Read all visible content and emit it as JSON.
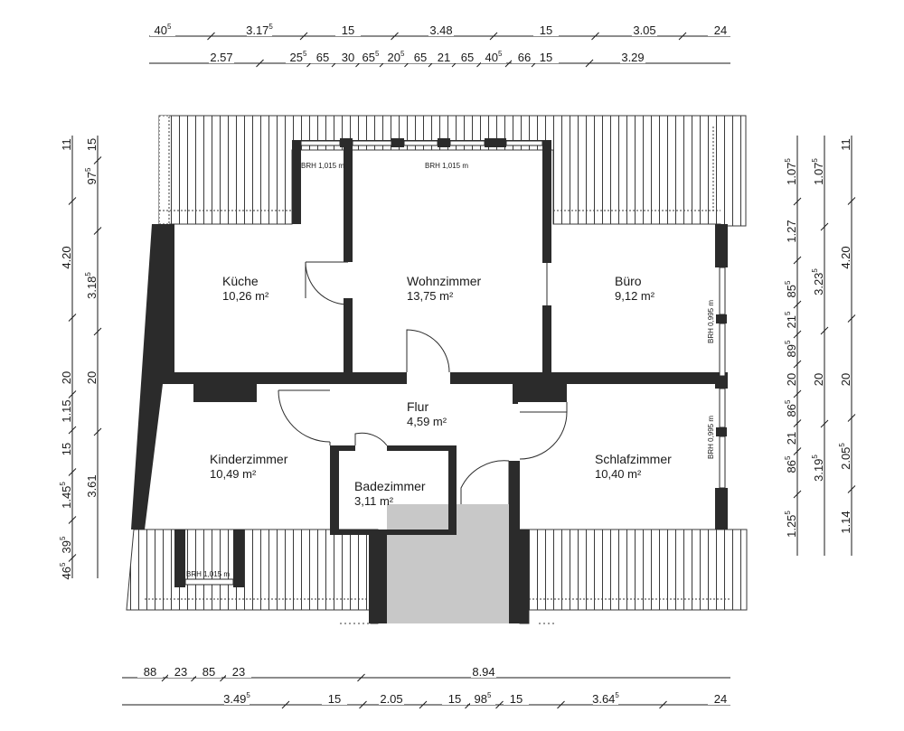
{
  "colors": {
    "wall": "#2b2b2b",
    "roof_fill": "#ffffff",
    "roof_line": "#3a3a3a",
    "balcony": "#c8c8c8",
    "dim_line": "#1a1a1a"
  },
  "rooms": [
    {
      "name": "Küche",
      "area": "10,26 m²"
    },
    {
      "name": "Wohnzimmer",
      "area": "13,75 m²"
    },
    {
      "name": "Büro",
      "area": "9,12 m²"
    },
    {
      "name": "Flur",
      "area": "4,59 m²"
    },
    {
      "name": "Kinderzimmer",
      "area": "10,49 m²"
    },
    {
      "name": "Badezimmer",
      "area": "3,11 m²"
    },
    {
      "name": "Schlafzimmer",
      "area": "10,40 m²"
    }
  ],
  "window_labels": {
    "kueche": "BRH 1,015 m",
    "wohnzimmer": "BRH 1,015 m",
    "kinderzimmer": "BRH 1,015 m",
    "buero": "BRH 0,995 m",
    "schlafzimmer": "BRH 0,995 m"
  },
  "dimensions": {
    "top_row1": [
      {
        "v": "40",
        "s": "5"
      },
      {
        "v": "3.17",
        "s": "5"
      },
      {
        "v": "15",
        "s": ""
      },
      {
        "v": "3.48",
        "s": ""
      },
      {
        "v": "15",
        "s": ""
      },
      {
        "v": "3.05",
        "s": ""
      },
      {
        "v": "24",
        "s": ""
      }
    ],
    "top_row2": [
      {
        "v": "2.57",
        "s": ""
      },
      {
        "v": "25",
        "s": "5"
      },
      {
        "v": "65",
        "s": ""
      },
      {
        "v": "30",
        "s": ""
      },
      {
        "v": "65",
        "s": "5"
      },
      {
        "v": "20",
        "s": "5"
      },
      {
        "v": "65",
        "s": ""
      },
      {
        "v": "21",
        "s": ""
      },
      {
        "v": "65",
        "s": ""
      },
      {
        "v": "40",
        "s": "5"
      },
      {
        "v": "66",
        "s": ""
      },
      {
        "v": "15",
        "s": ""
      },
      {
        "v": "3.29",
        "s": ""
      }
    ],
    "bottom_row1": [
      {
        "v": "88",
        "s": ""
      },
      {
        "v": "23",
        "s": ""
      },
      {
        "v": "85",
        "s": ""
      },
      {
        "v": "23",
        "s": ""
      },
      {
        "v": "8.94",
        "s": ""
      }
    ],
    "bottom_row2": [
      {
        "v": "3.49",
        "s": "5"
      },
      {
        "v": "15",
        "s": ""
      },
      {
        "v": "2.05",
        "s": ""
      },
      {
        "v": "15",
        "s": ""
      },
      {
        "v": "98",
        "s": "5"
      },
      {
        "v": "15",
        "s": ""
      },
      {
        "v": "3.64",
        "s": "5"
      },
      {
        "v": "24",
        "s": ""
      }
    ],
    "left_col1": [
      {
        "v": "11",
        "s": ""
      },
      {
        "v": "4.20",
        "s": ""
      },
      {
        "v": "20",
        "s": ""
      },
      {
        "v": "1.15",
        "s": ""
      },
      {
        "v": "15",
        "s": ""
      },
      {
        "v": "1.45",
        "s": "5"
      },
      {
        "v": "39",
        "s": "5"
      },
      {
        "v": "46",
        "s": "5"
      }
    ],
    "left_col2": [
      {
        "v": "15",
        "s": ""
      },
      {
        "v": "97",
        "s": "5"
      },
      {
        "v": "3.18",
        "s": "5"
      },
      {
        "v": "20",
        "s": ""
      },
      {
        "v": "3.61",
        "s": ""
      }
    ],
    "right_col1": [
      {
        "v": "1.07",
        "s": "5"
      },
      {
        "v": "1.27",
        "s": ""
      },
      {
        "v": "85",
        "s": "5"
      },
      {
        "v": "21",
        "s": "5"
      },
      {
        "v": "89",
        "s": "5"
      },
      {
        "v": "20",
        "s": ""
      },
      {
        "v": "86",
        "s": "5"
      },
      {
        "v": "21",
        "s": ""
      },
      {
        "v": "86",
        "s": "5"
      },
      {
        "v": "1.25",
        "s": "5"
      }
    ],
    "right_col2": [
      {
        "v": "1.07",
        "s": "5"
      },
      {
        "v": "3.23",
        "s": "5"
      },
      {
        "v": "20",
        "s": ""
      },
      {
        "v": "3.19",
        "s": "5"
      }
    ],
    "right_col3": [
      {
        "v": "11",
        "s": ""
      },
      {
        "v": "4.20",
        "s": ""
      },
      {
        "v": "20",
        "s": ""
      },
      {
        "v": "2.05",
        "s": "5"
      },
      {
        "v": "1.14",
        "s": ""
      }
    ]
  }
}
